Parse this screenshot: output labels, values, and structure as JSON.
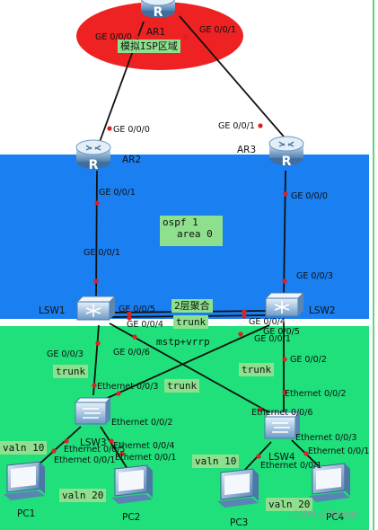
{
  "isp_label": "模拟ISP区域",
  "ospf": {
    "line1": "ospf 1",
    "line2": "area 0"
  },
  "agg_label": "2层聚合",
  "trunk_label": "trunk",
  "mstp_label": "mstp+vrrp",
  "devices": {
    "ar1": "AR1",
    "ar2": "AR2",
    "ar3": "AR3",
    "lsw1": "LSW1",
    "lsw2": "LSW2",
    "lsw3": "LSW3",
    "lsw4": "LSW4",
    "pc1": "PC1",
    "pc2": "PC2",
    "pc3": "PC3",
    "pc4": "PC4"
  },
  "vlans": {
    "v1": "valn 10",
    "v2": "valn 20",
    "v3": "valn 10",
    "v4": "valn 20"
  },
  "ports": {
    "ar1_g000": "GE 0/0/0",
    "ar1_g001": "GE 0/0/1",
    "ar2_g000": "GE 0/0/0",
    "ar3_g001": "GE 0/0/1",
    "ar2_g001": "GE 0/0/1",
    "lsw1_g001": "GE 0/0/1",
    "ar3_g000": "GE 0/0/0",
    "lsw2_g003": "GE 0/0/3",
    "lsw1_g005": "GE 0/0/5",
    "lsw1_g004": "GE 0/0/4",
    "lsw1_g006": "GE 0/0/6",
    "lsw1_g003": "GE 0/0/3",
    "lsw2_g004": "GE 0/0/4",
    "lsw2_g005": "GE 0/0/5",
    "lsw2_g001": "GE 0/0/1",
    "lsw2_g002": "GE 0/0/2",
    "lsw3_e003": "Ethernet 0/0/3",
    "lsw3_e005": "Ethernet 0/0/5",
    "lsw3_e002": "Ethernet 0/0/2",
    "lsw3_e004": "Ethernet 0/0/4",
    "lsw3_e001": "Ethernet 0/0/1",
    "lsw3_e001b": "Ethernet 0/0/1",
    "lsw4_e002": "Ethernet 0/0/2",
    "lsw4_e006": "Ethernet 0/0/6",
    "lsw4_e003": "Ethernet 0/0/3",
    "lsw4_e001": "Ethernet 0/0/1",
    "lsw4_e001b": "Ethernet 0/0/1"
  },
  "watermark": "CSDN @Tianggu",
  "colors": {
    "isp_zone": "#ee2222",
    "ospf_zone": "#1a7ff0",
    "access_zone": "#1fe07a",
    "label_box": "#8ee08e",
    "port_dot": "#e02020"
  },
  "icons": {
    "router": "router-icon",
    "l3switch": "l3-switch-icon",
    "l2switch": "l2-switch-icon",
    "pc": "pc-icon"
  }
}
